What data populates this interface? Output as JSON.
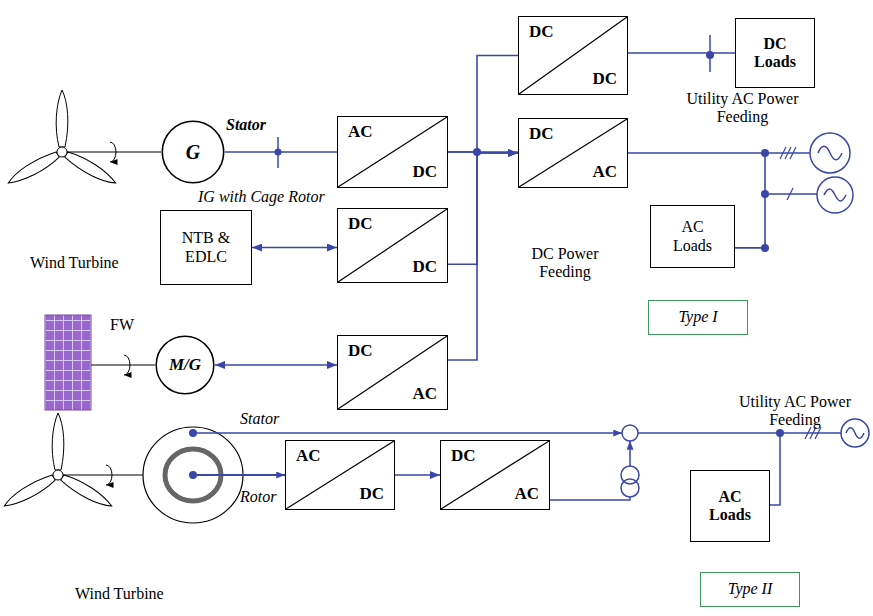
{
  "diagram": {
    "nodes": [
      {
        "text": [
          "G"
        ]
      },
      {
        "text": [
          "AC",
          "DC"
        ]
      },
      {
        "text": [
          "DC",
          "DC"
        ]
      },
      {
        "text": [
          "DC",
          "AC"
        ]
      },
      {
        "text": [
          "DC Loads"
        ]
      },
      {
        "text": [
          "NTB & EDLC"
        ]
      },
      {
        "text": [
          "DC",
          "DC"
        ]
      },
      {
        "text": [
          "M/G"
        ]
      },
      {
        "text": [
          "DC",
          "AC"
        ]
      },
      {
        "text": [
          "AC Loads"
        ]
      },
      {
        "text": [
          "Type I"
        ]
      },
      {
        "text": [
          "AC",
          "DC"
        ]
      },
      {
        "text": [
          "DC",
          "AC"
        ]
      },
      {
        "text": [
          "AC Loads"
        ]
      },
      {
        "text": [
          "Type II"
        ]
      }
    ],
    "edges": [
      {
        "from": 0,
        "to": 1,
        "arrow": "none"
      },
      {
        "from": 1,
        "to": 2,
        "arrow": "none"
      },
      {
        "from": 1,
        "to": 3,
        "arrow": "none"
      },
      {
        "from": 2,
        "to": 4,
        "arrow": "none"
      },
      {
        "from": 3,
        "to": 9,
        "arrow": "none"
      },
      {
        "from": 5,
        "to": 6,
        "arrow": "both"
      },
      {
        "from": 6,
        "to": 3,
        "arrow": "to"
      },
      {
        "from": 7,
        "to": 8,
        "arrow": "both"
      },
      {
        "from": 8,
        "to": 3,
        "arrow": "to"
      },
      {
        "from": 11,
        "to": 12,
        "arrow": "to"
      }
    ],
    "labels": [
      "Stator",
      "IG with Cage Rotor",
      "Wind Turbine",
      "FW",
      "Utility AC Power Feeding",
      "DC Power Feeding",
      "Utility AC Power Feeding",
      "Stator",
      "Rotor",
      "Wind Turbine"
    ]
  }
}
